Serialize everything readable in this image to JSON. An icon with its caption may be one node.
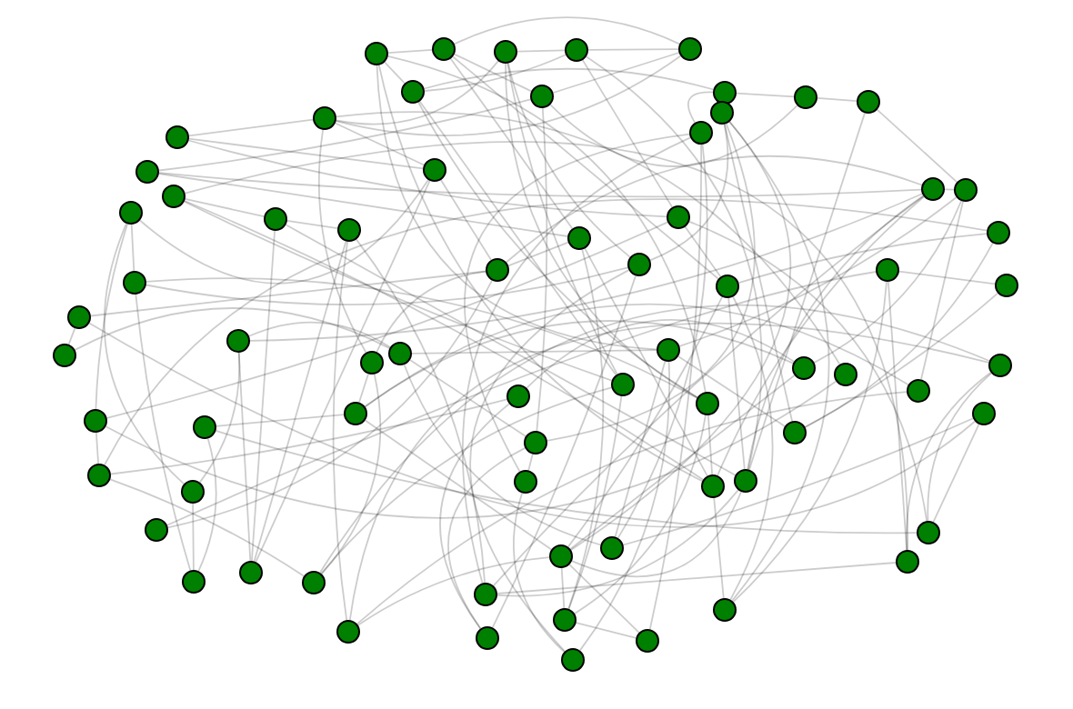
{
  "diagram": {
    "nodes": [
      {
        "text": [],
        "shape": "circle"
      },
      {
        "text": [],
        "shape": "circle"
      },
      {
        "text": [],
        "shape": "circle"
      },
      {
        "text": [],
        "shape": "circle"
      },
      {
        "text": [],
        "shape": "circle"
      },
      {
        "text": [],
        "shape": "circle"
      },
      {
        "text": [],
        "shape": "circle"
      },
      {
        "text": [],
        "shape": "circle"
      },
      {
        "text": [],
        "shape": "circle"
      },
      {
        "text": [],
        "shape": "circle"
      },
      {
        "text": [],
        "shape": "circle"
      },
      {
        "text": [],
        "shape": "circle"
      },
      {
        "text": [],
        "shape": "circle"
      },
      {
        "text": [],
        "shape": "circle"
      },
      {
        "text": [],
        "shape": "circle"
      },
      {
        "text": [],
        "shape": "circle"
      },
      {
        "text": [],
        "shape": "circle"
      },
      {
        "text": [],
        "shape": "circle"
      },
      {
        "text": [],
        "shape": "circle"
      },
      {
        "text": [],
        "shape": "circle"
      },
      {
        "text": [],
        "shape": "circle"
      },
      {
        "text": [],
        "shape": "circle"
      },
      {
        "text": [],
        "shape": "circle"
      },
      {
        "text": [],
        "shape": "circle"
      },
      {
        "text": [],
        "shape": "circle"
      },
      {
        "text": [],
        "shape": "circle"
      },
      {
        "text": [],
        "shape": "circle"
      },
      {
        "text": [],
        "shape": "circle"
      },
      {
        "text": [],
        "shape": "circle"
      },
      {
        "text": [],
        "shape": "circle"
      },
      {
        "text": [],
        "shape": "circle"
      },
      {
        "text": [],
        "shape": "circle"
      },
      {
        "text": [],
        "shape": "circle"
      },
      {
        "text": [],
        "shape": "circle"
      },
      {
        "text": [],
        "shape": "circle"
      },
      {
        "text": [],
        "shape": "circle"
      },
      {
        "text": [],
        "shape": "circle"
      },
      {
        "text": [],
        "shape": "circle"
      },
      {
        "text": [],
        "shape": "circle"
      },
      {
        "text": [],
        "shape": "circle"
      },
      {
        "text": [],
        "shape": "circle"
      },
      {
        "text": [],
        "shape": "circle"
      },
      {
        "text": [],
        "shape": "circle"
      },
      {
        "text": [],
        "shape": "circle"
      },
      {
        "text": [],
        "shape": "circle"
      },
      {
        "text": [],
        "shape": "circle"
      },
      {
        "text": [],
        "shape": "circle"
      },
      {
        "text": [],
        "shape": "circle"
      },
      {
        "text": [],
        "shape": "circle"
      },
      {
        "text": [],
        "shape": "circle"
      },
      {
        "text": [],
        "shape": "circle"
      },
      {
        "text": [],
        "shape": "circle"
      },
      {
        "text": [],
        "shape": "circle"
      },
      {
        "text": [],
        "shape": "circle"
      },
      {
        "text": [],
        "shape": "circle"
      },
      {
        "text": [],
        "shape": "circle"
      },
      {
        "text": [],
        "shape": "circle"
      },
      {
        "text": [],
        "shape": "circle"
      },
      {
        "text": [],
        "shape": "circle"
      },
      {
        "text": [],
        "shape": "circle"
      },
      {
        "text": [],
        "shape": "circle"
      },
      {
        "text": [],
        "shape": "circle"
      },
      {
        "text": [],
        "shape": "circle"
      },
      {
        "text": [],
        "shape": "circle"
      },
      {
        "text": [],
        "shape": "circle"
      },
      {
        "text": [],
        "shape": "circle"
      },
      {
        "text": [],
        "shape": "circle"
      },
      {
        "text": [],
        "shape": "circle"
      },
      {
        "text": [],
        "shape": "circle"
      },
      {
        "text": [],
        "shape": "circle"
      }
    ],
    "edges": [
      {
        "from": 0,
        "to": 1,
        "arrow": "none"
      },
      {
        "from": 0,
        "to": 5,
        "arrow": "none"
      },
      {
        "from": 0,
        "to": 52,
        "arrow": "none"
      },
      {
        "from": 0,
        "to": 43,
        "arrow": "none"
      },
      {
        "from": 0,
        "to": 36,
        "arrow": "none"
      },
      {
        "from": 1,
        "to": 4,
        "arrow": "none"
      },
      {
        "from": 1,
        "to": 6,
        "arrow": "none"
      },
      {
        "from": 1,
        "to": 29,
        "arrow": "none"
      },
      {
        "from": 1,
        "to": 24,
        "arrow": "none"
      },
      {
        "from": 2,
        "to": 3,
        "arrow": "none"
      },
      {
        "from": 2,
        "to": 11,
        "arrow": "none"
      },
      {
        "from": 2,
        "to": 25,
        "arrow": "none"
      },
      {
        "from": 2,
        "to": 40,
        "arrow": "none"
      },
      {
        "from": 3,
        "to": 4,
        "arrow": "none"
      },
      {
        "from": 3,
        "to": 53,
        "arrow": "none"
      },
      {
        "from": 3,
        "to": 5,
        "arrow": "none"
      },
      {
        "from": 3,
        "to": 22,
        "arrow": "none"
      },
      {
        "from": 4,
        "to": 6,
        "arrow": "none"
      },
      {
        "from": 4,
        "to": 11,
        "arrow": "none"
      },
      {
        "from": 5,
        "to": 7,
        "arrow": "none"
      },
      {
        "from": 5,
        "to": 40,
        "arrow": "none"
      },
      {
        "from": 5,
        "to": 43,
        "arrow": "none"
      },
      {
        "from": 6,
        "to": 8,
        "arrow": "none"
      },
      {
        "from": 6,
        "to": 14,
        "arrow": "none"
      },
      {
        "from": 6,
        "to": 49,
        "arrow": "none"
      },
      {
        "from": 7,
        "to": 8,
        "arrow": "none"
      },
      {
        "from": 7,
        "to": 12,
        "arrow": "none"
      },
      {
        "from": 8,
        "to": 9,
        "arrow": "none"
      },
      {
        "from": 9,
        "to": 19,
        "arrow": "none"
      },
      {
        "from": 10,
        "to": 25,
        "arrow": "none"
      },
      {
        "from": 10,
        "to": 49,
        "arrow": "none"
      },
      {
        "from": 10,
        "to": 58,
        "arrow": "none"
      },
      {
        "from": 10,
        "to": 48,
        "arrow": "none"
      },
      {
        "from": 10,
        "to": 64,
        "arrow": "none"
      },
      {
        "from": 11,
        "to": 13,
        "arrow": "none"
      },
      {
        "from": 11,
        "to": 15,
        "arrow": "none"
      },
      {
        "from": 11,
        "to": 35,
        "arrow": "none"
      },
      {
        "from": 12,
        "to": 59,
        "arrow": "none"
      },
      {
        "from": 12,
        "to": 68,
        "arrow": "none"
      },
      {
        "from": 12,
        "to": 51,
        "arrow": "none"
      },
      {
        "from": 12,
        "to": 63,
        "arrow": "none"
      },
      {
        "from": 13,
        "to": 15,
        "arrow": "none"
      },
      {
        "from": 13,
        "to": 22,
        "arrow": "none"
      },
      {
        "from": 14,
        "to": 18,
        "arrow": "none"
      },
      {
        "from": 14,
        "to": 24,
        "arrow": "none"
      },
      {
        "from": 15,
        "to": 17,
        "arrow": "none"
      },
      {
        "from": 15,
        "to": 26,
        "arrow": "none"
      },
      {
        "from": 15,
        "to": 61,
        "arrow": "none"
      },
      {
        "from": 16,
        "to": 52,
        "arrow": "none"
      },
      {
        "from": 16,
        "to": 57,
        "arrow": "none"
      },
      {
        "from": 16,
        "to": 20,
        "arrow": "none"
      },
      {
        "from": 17,
        "to": 28,
        "arrow": "none"
      },
      {
        "from": 17,
        "to": 44,
        "arrow": "none"
      },
      {
        "from": 17,
        "to": 54,
        "arrow": "none"
      },
      {
        "from": 18,
        "to": 19,
        "arrow": "none"
      },
      {
        "from": 18,
        "to": 26,
        "arrow": "none"
      },
      {
        "from": 18,
        "to": 32,
        "arrow": "none"
      },
      {
        "from": 18,
        "to": 53,
        "arrow": "none"
      },
      {
        "from": 19,
        "to": 36,
        "arrow": "none"
      },
      {
        "from": 20,
        "to": 21,
        "arrow": "none"
      },
      {
        "from": 20,
        "to": 61,
        "arrow": "none"
      },
      {
        "from": 20,
        "to": 53,
        "arrow": "none"
      },
      {
        "from": 21,
        "to": 65,
        "arrow": "none"
      },
      {
        "from": 21,
        "to": 63,
        "arrow": "none"
      },
      {
        "from": 22,
        "to": 29,
        "arrow": "none"
      },
      {
        "from": 22,
        "to": 44,
        "arrow": "none"
      },
      {
        "from": 23,
        "to": 50,
        "arrow": "none"
      },
      {
        "from": 23,
        "to": 29,
        "arrow": "none"
      },
      {
        "from": 24,
        "to": 67,
        "arrow": "none"
      },
      {
        "from": 24,
        "to": 52,
        "arrow": "none"
      },
      {
        "from": 25,
        "to": 28,
        "arrow": "none"
      },
      {
        "from": 25,
        "to": 66,
        "arrow": "none"
      },
      {
        "from": 26,
        "to": 24,
        "arrow": "none"
      },
      {
        "from": 26,
        "to": 35,
        "arrow": "none"
      },
      {
        "from": 26,
        "to": 31,
        "arrow": "none"
      },
      {
        "from": 27,
        "to": 30,
        "arrow": "none"
      },
      {
        "from": 27,
        "to": 55,
        "arrow": "none"
      },
      {
        "from": 27,
        "to": 64,
        "arrow": "none"
      },
      {
        "from": 27,
        "to": 57,
        "arrow": "none"
      },
      {
        "from": 28,
        "to": 60,
        "arrow": "none"
      },
      {
        "from": 28,
        "to": 43,
        "arrow": "none"
      },
      {
        "from": 29,
        "to": 53,
        "arrow": "none"
      },
      {
        "from": 30,
        "to": 48,
        "arrow": "none"
      },
      {
        "from": 31,
        "to": 33,
        "arrow": "none"
      },
      {
        "from": 31,
        "to": 47,
        "arrow": "none"
      },
      {
        "from": 32,
        "to": 34,
        "arrow": "none"
      },
      {
        "from": 32,
        "to": 61,
        "arrow": "none"
      },
      {
        "from": 32,
        "to": 54,
        "arrow": "none"
      },
      {
        "from": 33,
        "to": 34,
        "arrow": "none"
      },
      {
        "from": 34,
        "to": 36,
        "arrow": "none"
      },
      {
        "from": 34,
        "to": 49,
        "arrow": "none"
      },
      {
        "from": 34,
        "to": 59,
        "arrow": "none"
      },
      {
        "from": 35,
        "to": 45,
        "arrow": "none"
      },
      {
        "from": 35,
        "to": 62,
        "arrow": "none"
      },
      {
        "from": 36,
        "to": 48,
        "arrow": "none"
      },
      {
        "from": 36,
        "to": 69,
        "arrow": "none"
      },
      {
        "from": 37,
        "to": 41,
        "arrow": "none"
      },
      {
        "from": 37,
        "to": 58,
        "arrow": "none"
      },
      {
        "from": 37,
        "to": 19,
        "arrow": "none"
      },
      {
        "from": 38,
        "to": 11,
        "arrow": "none"
      },
      {
        "from": 38,
        "to": 44,
        "arrow": "none"
      },
      {
        "from": 39,
        "to": 57,
        "arrow": "none"
      },
      {
        "from": 39,
        "to": 62,
        "arrow": "none"
      },
      {
        "from": 39,
        "to": 56,
        "arrow": "none"
      },
      {
        "from": 39,
        "to": 65,
        "arrow": "none"
      },
      {
        "from": 40,
        "to": 67,
        "arrow": "none"
      },
      {
        "from": 40,
        "to": 16,
        "arrow": "none"
      },
      {
        "from": 41,
        "to": 50,
        "arrow": "none"
      },
      {
        "from": 42,
        "to": 19,
        "arrow": "none"
      },
      {
        "from": 42,
        "to": 45,
        "arrow": "none"
      },
      {
        "from": 43,
        "to": 2,
        "arrow": "none"
      },
      {
        "from": 43,
        "to": 52,
        "arrow": "none"
      },
      {
        "from": 43,
        "to": 67,
        "arrow": "none"
      },
      {
        "from": 44,
        "to": 50,
        "arrow": "none"
      },
      {
        "from": 45,
        "to": 37,
        "arrow": "none"
      },
      {
        "from": 45,
        "to": 58,
        "arrow": "none"
      },
      {
        "from": 46,
        "to": 45,
        "arrow": "none"
      },
      {
        "from": 46,
        "to": 60,
        "arrow": "none"
      },
      {
        "from": 46,
        "to": 56,
        "arrow": "none"
      },
      {
        "from": 47,
        "to": 56,
        "arrow": "none"
      },
      {
        "from": 47,
        "to": 59,
        "arrow": "none"
      },
      {
        "from": 48,
        "to": 23,
        "arrow": "none"
      },
      {
        "from": 49,
        "to": 51,
        "arrow": "none"
      },
      {
        "from": 49,
        "to": 66,
        "arrow": "none"
      },
      {
        "from": 50,
        "to": 62,
        "arrow": "none"
      },
      {
        "from": 51,
        "to": 69,
        "arrow": "none"
      },
      {
        "from": 52,
        "to": 18,
        "arrow": "none"
      },
      {
        "from": 52,
        "to": 64,
        "arrow": "none"
      },
      {
        "from": 53,
        "to": 9,
        "arrow": "none"
      },
      {
        "from": 53,
        "to": 58,
        "arrow": "none"
      },
      {
        "from": 55,
        "to": 26,
        "arrow": "none"
      },
      {
        "from": 56,
        "to": 22,
        "arrow": "none"
      },
      {
        "from": 57,
        "to": 63,
        "arrow": "none"
      },
      {
        "from": 58,
        "to": 29,
        "arrow": "none"
      },
      {
        "from": 58,
        "to": 67,
        "arrow": "none"
      },
      {
        "from": 59,
        "to": 36,
        "arrow": "none"
      },
      {
        "from": 60,
        "to": 54,
        "arrow": "none"
      },
      {
        "from": 61,
        "to": 21,
        "arrow": "none"
      },
      {
        "from": 62,
        "to": 40,
        "arrow": "none"
      },
      {
        "from": 63,
        "to": 18,
        "arrow": "none"
      },
      {
        "from": 63,
        "to": 53,
        "arrow": "none"
      },
      {
        "from": 64,
        "to": 29,
        "arrow": "none"
      },
      {
        "from": 65,
        "to": 58,
        "arrow": "none"
      },
      {
        "from": 65,
        "to": 42,
        "arrow": "none"
      },
      {
        "from": 66,
        "to": 41,
        "arrow": "none"
      },
      {
        "from": 67,
        "to": 68,
        "arrow": "none"
      },
      {
        "from": 68,
        "to": 58,
        "arrow": "none"
      },
      {
        "from": 69,
        "to": 25,
        "arrow": "none"
      }
    ]
  }
}
